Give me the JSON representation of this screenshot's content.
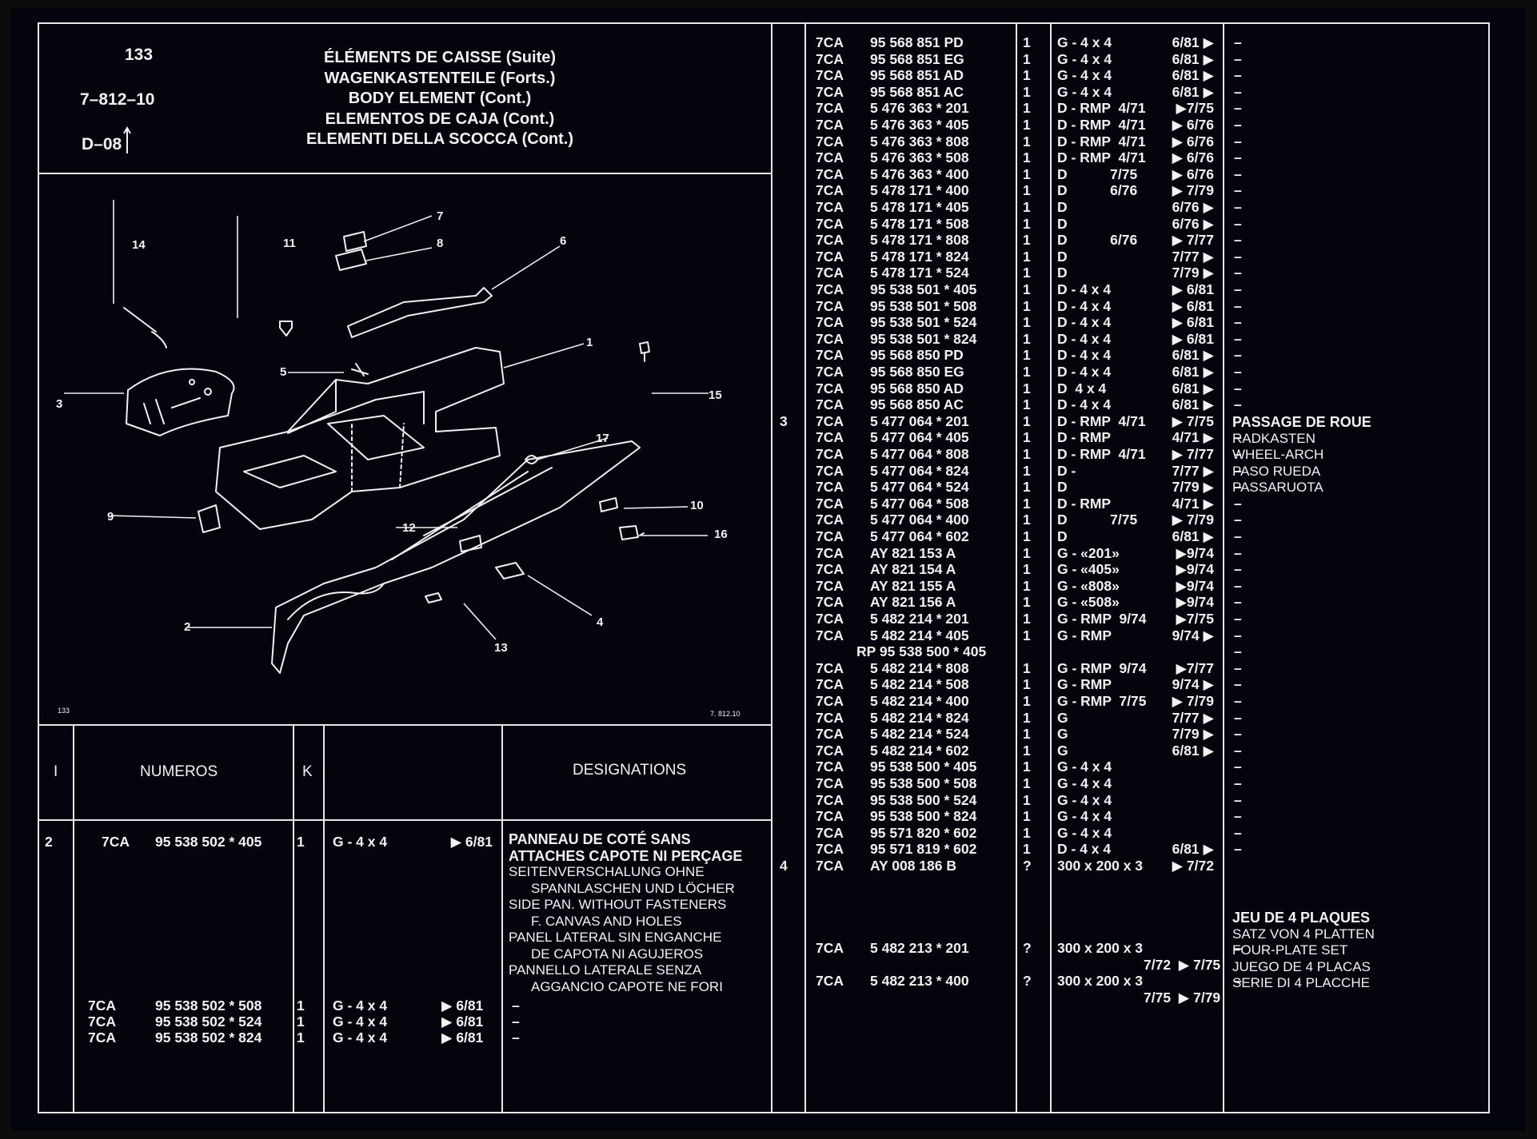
{
  "header": {
    "page_number": "133",
    "reference": "7–812–10",
    "section": "D–08",
    "titles": [
      "ÉLÉMENTS DE CAISSE (Suite)",
      "WAGENKASTENTEILE (Forts.)",
      "BODY ELEMENT (Cont.)",
      "ELEMENTOS DE CAJA (Cont.)",
      "ELEMENTI DELLA SCOCCA (Cont.)"
    ]
  },
  "diagram": {
    "corner_left": "133",
    "corner_right": "7. 812.10",
    "callouts": [
      "1",
      "2",
      "3",
      "4",
      "5",
      "6",
      "7",
      "8",
      "9",
      "10",
      "11",
      "12",
      "13",
      "14",
      "15",
      "16",
      "17"
    ]
  },
  "table": {
    "headers": {
      "index": "I",
      "numeros": "NUMEROS",
      "k": "K",
      "designations": "DESIGNATIONS"
    },
    "left_rows": [
      {
        "i": "2",
        "f": "7CA",
        "p": "95 538 502 * 405",
        "k": "1",
        "v": "G - 4 x 4",
        "d1": "▶ 6/81",
        "n": ""
      },
      {
        "i": "",
        "f": "7CA",
        "p": "95 538 502 * 508",
        "k": "1",
        "v": "G - 4 x 4",
        "d1": "▶ 6/81",
        "n": "–"
      },
      {
        "i": "",
        "f": "7CA",
        "p": "95 538 502 * 524",
        "k": "1",
        "v": "G - 4 x 4",
        "d1": "▶ 6/81",
        "n": "–"
      },
      {
        "i": "",
        "f": "7CA",
        "p": "95 538 502 * 824",
        "k": "1",
        "v": "G - 4 x 4",
        "d1": "▶ 6/81",
        "n": "–"
      }
    ],
    "left_designation": {
      "bold": [
        "PANNEAU DE COTÉ SANS",
        "ATTACHES CAPOTE NI PERÇAGE"
      ],
      "lines": [
        "SEITENVERSCHALUNG OHNE",
        "SPANNLASCHEN UND LÖCHER",
        "SIDE PAN. WITHOUT FASTENERS",
        "F. CANVAS AND HOLES",
        "PANEL LATERAL SIN ENGANCHE",
        "DE CAPOTA NI AGUJEROS",
        "PANNELLO LATERALE SENZA",
        "AGGANCIO CAPOTE NE FORI"
      ]
    },
    "right_rows": [
      {
        "i": "",
        "f": "7CA",
        "p": "95 568 851 PD",
        "k": "1",
        "v": "G - 4 x 4",
        "d1": "6/81 ▶",
        "n": "–"
      },
      {
        "i": "",
        "f": "7CA",
        "p": "95 568 851 EG",
        "k": "1",
        "v": "G - 4 x 4",
        "d1": "6/81 ▶",
        "n": "–"
      },
      {
        "i": "",
        "f": "7CA",
        "p": "95 568 851 AD",
        "k": "1",
        "v": "G - 4 x 4",
        "d1": "6/81 ▶",
        "n": "–"
      },
      {
        "i": "",
        "f": "7CA",
        "p": "95 568 851 AC",
        "k": "1",
        "v": "G - 4 x 4",
        "d1": "6/81 ▶",
        "n": "–"
      },
      {
        "i": "",
        "f": "7CA",
        "p": "5 476 363 * 201",
        "k": "1",
        "v": "D - RMP  4/71",
        "d1": "▶7/75",
        "n": "–"
      },
      {
        "i": "",
        "f": "7CA",
        "p": "5 476 363 * 405",
        "k": "1",
        "v": "D - RMP  4/71",
        "d1": "▶ 6/76",
        "n": "–"
      },
      {
        "i": "",
        "f": "7CA",
        "p": "5 476 363 * 808",
        "k": "1",
        "v": "D - RMP  4/71",
        "d1": "▶ 6/76",
        "n": "–"
      },
      {
        "i": "",
        "f": "7CA",
        "p": "5 476 363 * 508",
        "k": "1",
        "v": "D - RMP  4/71",
        "d1": "▶ 6/76",
        "n": "–"
      },
      {
        "i": "",
        "f": "7CA",
        "p": "5 476 363 * 400",
        "k": "1",
        "v": "D           7/75",
        "d1": "▶ 6/76",
        "n": "–"
      },
      {
        "i": "",
        "f": "7CA",
        "p": "5 478 171 * 400",
        "k": "1",
        "v": "D           6/76",
        "d1": "▶ 7/79",
        "n": "–"
      },
      {
        "i": "",
        "f": "7CA",
        "p": "5 478 171 * 405",
        "k": "1",
        "v": "D",
        "d1": "6/76 ▶",
        "n": "–"
      },
      {
        "i": "",
        "f": "7CA",
        "p": "5 478 171 * 508",
        "k": "1",
        "v": "D",
        "d1": "6/76 ▶",
        "n": "–"
      },
      {
        "i": "",
        "f": "7CA",
        "p": "5 478 171 * 808",
        "k": "1",
        "v": "D           6/76",
        "d1": "▶ 7/77",
        "n": "–"
      },
      {
        "i": "",
        "f": "7CA",
        "p": "5 478 171 * 824",
        "k": "1",
        "v": "D",
        "d1": "7/77 ▶",
        "n": "–"
      },
      {
        "i": "",
        "f": "7CA",
        "p": "5 478 171 * 524",
        "k": "1",
        "v": "D",
        "d1": "7/79 ▶",
        "n": "–"
      },
      {
        "i": "",
        "f": "7CA",
        "p": "95 538 501 * 405",
        "k": "1",
        "v": "D - 4 x 4",
        "d1": "▶ 6/81",
        "n": "–"
      },
      {
        "i": "",
        "f": "7CA",
        "p": "95 538 501 * 508",
        "k": "1",
        "v": "D - 4 x 4",
        "d1": "▶ 6/81",
        "n": "–"
      },
      {
        "i": "",
        "f": "7CA",
        "p": "95 538 501 * 524",
        "k": "1",
        "v": "D - 4 x 4",
        "d1": "▶ 6/81",
        "n": "–"
      },
      {
        "i": "",
        "f": "7CA",
        "p": "95 538 501 * 824",
        "k": "1",
        "v": "D - 4 x 4",
        "d1": "▶ 6/81",
        "n": "–"
      },
      {
        "i": "",
        "f": "7CA",
        "p": "95 568 850 PD",
        "k": "1",
        "v": "D - 4 x 4",
        "d1": "6/81 ▶",
        "n": "–"
      },
      {
        "i": "",
        "f": "7CA",
        "p": "95 568 850 EG",
        "k": "1",
        "v": "D - 4 x 4",
        "d1": "6/81 ▶",
        "n": "–"
      },
      {
        "i": "",
        "f": "7CA",
        "p": "95 568 850 AD",
        "k": "1",
        "v": "D  4 x 4",
        "d1": "6/81 ▶",
        "n": "–"
      },
      {
        "i": "",
        "f": "7CA",
        "p": "95 568 850 AC",
        "k": "1",
        "v": "D - 4 x 4",
        "d1": "6/81 ▶",
        "n": "–"
      },
      {
        "i": "3",
        "f": "7CA",
        "p": "5 477 064 * 201",
        "k": "1",
        "v": "D - RMP  4/71",
        "d1": "▶ 7/75",
        "n": ""
      },
      {
        "i": "",
        "f": "7CA",
        "p": "5 477 064 * 405",
        "k": "1",
        "v": "D - RMP",
        "d1": "4/71 ▶",
        "n": "–"
      },
      {
        "i": "",
        "f": "7CA",
        "p": "5 477 064 * 808",
        "k": "1",
        "v": "D - RMP  4/71",
        "d1": "▶ 7/77",
        "n": "–"
      },
      {
        "i": "",
        "f": "7CA",
        "p": "5 477 064 * 824",
        "k": "1",
        "v": "D -",
        "d1": "7/77 ▶",
        "n": "–"
      },
      {
        "i": "",
        "f": "7CA",
        "p": "5 477 064 * 524",
        "k": "1",
        "v": "D",
        "d1": "7/79 ▶",
        "n": "–"
      },
      {
        "i": "",
        "f": "7CA",
        "p": "5 477 064 * 508",
        "k": "1",
        "v": "D - RMP",
        "d1": "4/71 ▶",
        "n": "–"
      },
      {
        "i": "",
        "f": "7CA",
        "p": "5 477 064 * 400",
        "k": "1",
        "v": "D           7/75",
        "d1": "▶ 7/79",
        "n": "–"
      },
      {
        "i": "",
        "f": "7CA",
        "p": "5 477 064 * 602",
        "k": "1",
        "v": "D",
        "d1": "6/81 ▶",
        "n": "–"
      },
      {
        "i": "",
        "f": "7CA",
        "p": "AY 821 153 A",
        "k": "1",
        "v": "G - «201»",
        "d1": "▶9/74",
        "n": "–"
      },
      {
        "i": "",
        "f": "7CA",
        "p": "AY 821 154 A",
        "k": "1",
        "v": "G - «405»",
        "d1": "▶9/74",
        "n": "–"
      },
      {
        "i": "",
        "f": "7CA",
        "p": "AY 821 155 A",
        "k": "1",
        "v": "G - «808»",
        "d1": "▶9/74",
        "n": "–"
      },
      {
        "i": "",
        "f": "7CA",
        "p": "AY 821 156 A",
        "k": "1",
        "v": "G - «508»",
        "d1": "▶9/74",
        "n": "–"
      },
      {
        "i": "",
        "f": "7CA",
        "p": "5 482 214 * 201",
        "k": "1",
        "v": "G - RMP  9/74",
        "d1": "▶7/75",
        "n": "–"
      },
      {
        "i": "",
        "f": "7CA",
        "p": "5 482 214 * 405",
        "k": "1",
        "v": "G - RMP",
        "d1": "9/74 ▶",
        "n": "–"
      },
      {
        "i": "",
        "f": "",
        "p": "RP 95 538 500 * 405",
        "k": "",
        "v": "",
        "d1": "",
        "n": "–"
      },
      {
        "i": "",
        "f": "7CA",
        "p": "5 482 214 * 808",
        "k": "1",
        "v": "G - RMP  9/74",
        "d1": "▶7/77",
        "n": "–"
      },
      {
        "i": "",
        "f": "7CA",
        "p": "5 482 214 * 508",
        "k": "1",
        "v": "G - RMP",
        "d1": "9/74 ▶",
        "n": "–"
      },
      {
        "i": "",
        "f": "7CA",
        "p": "5 482 214 * 400",
        "k": "1",
        "v": "G - RMP  7/75",
        "d1": "▶ 7/79",
        "n": "–"
      },
      {
        "i": "",
        "f": "7CA",
        "p": "5 482 214 * 824",
        "k": "1",
        "v": "G",
        "d1": "7/77 ▶",
        "n": "–"
      },
      {
        "i": "",
        "f": "7CA",
        "p": "5 482 214 * 524",
        "k": "1",
        "v": "G",
        "d1": "7/79 ▶",
        "n": "–"
      },
      {
        "i": "",
        "f": "7CA",
        "p": "5 482 214 * 602",
        "k": "1",
        "v": "G",
        "d1": "6/81 ▶",
        "n": "–"
      },
      {
        "i": "",
        "f": "7CA",
        "p": "95 538 500 * 405",
        "k": "1",
        "v": "G - 4 x 4",
        "d1": "",
        "n": "–"
      },
      {
        "i": "",
        "f": "7CA",
        "p": "95 538 500 * 508",
        "k": "1",
        "v": "G - 4 x 4",
        "d1": "",
        "n": "–"
      },
      {
        "i": "",
        "f": "7CA",
        "p": "95 538 500 * 524",
        "k": "1",
        "v": "G - 4 x 4",
        "d1": "",
        "n": "–"
      },
      {
        "i": "",
        "f": "7CA",
        "p": "95 538 500 * 824",
        "k": "1",
        "v": "G - 4 x 4",
        "d1": "",
        "n": "–"
      },
      {
        "i": "",
        "f": "7CA",
        "p": "95 571 820 * 602",
        "k": "1",
        "v": "G - 4 x 4",
        "d1": "",
        "n": "–"
      },
      {
        "i": "",
        "f": "7CA",
        "p": "95 571 819 * 602",
        "k": "1",
        "v": "D - 4 x 4",
        "d1": "6/81 ▶",
        "n": "–"
      },
      {
        "i": "4",
        "f": "7CA",
        "p": "AY 008 186 B",
        "k": "?",
        "v": "300 x 200 x 3",
        "d1": "▶ 7/72",
        "n": ""
      },
      {
        "i": "",
        "f": "",
        "p": "",
        "k": "",
        "v": "",
        "d1": "",
        "n": ""
      },
      {
        "i": "",
        "f": "",
        "p": "",
        "k": "",
        "v": "",
        "d1": "",
        "n": ""
      },
      {
        "i": "",
        "f": "",
        "p": "",
        "k": "",
        "v": "",
        "d1": "",
        "n": ""
      },
      {
        "i": "",
        "f": "",
        "p": "",
        "k": "",
        "v": "",
        "d1": "",
        "n": ""
      },
      {
        "i": "",
        "f": "7CA",
        "p": "5 482 213 * 201",
        "k": "?",
        "v": "300 x 200 x 3",
        "d1": "",
        "n": "–"
      },
      {
        "i": "",
        "f": "",
        "p": "",
        "k": "",
        "v": "",
        "d1": "7/72  ▶ 7/75",
        "n": ""
      },
      {
        "i": "",
        "f": "7CA",
        "p": "5 482 213 * 400",
        "k": "?",
        "v": "300 x 200 x 3",
        "d1": "",
        "n": "–"
      },
      {
        "i": "",
        "f": "",
        "p": "",
        "k": "",
        "v": "",
        "d1": "7/75  ▶ 7/79",
        "n": ""
      }
    ],
    "right_designations": {
      "wheel_arch": {
        "bold": "PASSAGE DE ROUE",
        "lines": [
          "RADKASTEN",
          "WHEEL-ARCH",
          "PASO RUEDA",
          "PASSARUOTA"
        ]
      },
      "plates": {
        "bold": "JEU DE 4 PLAQUES",
        "lines": [
          "SATZ VON 4 PLATTEN",
          "FOUR-PLATE SET",
          "JUEGO DE 4 PLACAS",
          "SERIE DI 4 PLACCHE"
        ]
      }
    }
  }
}
